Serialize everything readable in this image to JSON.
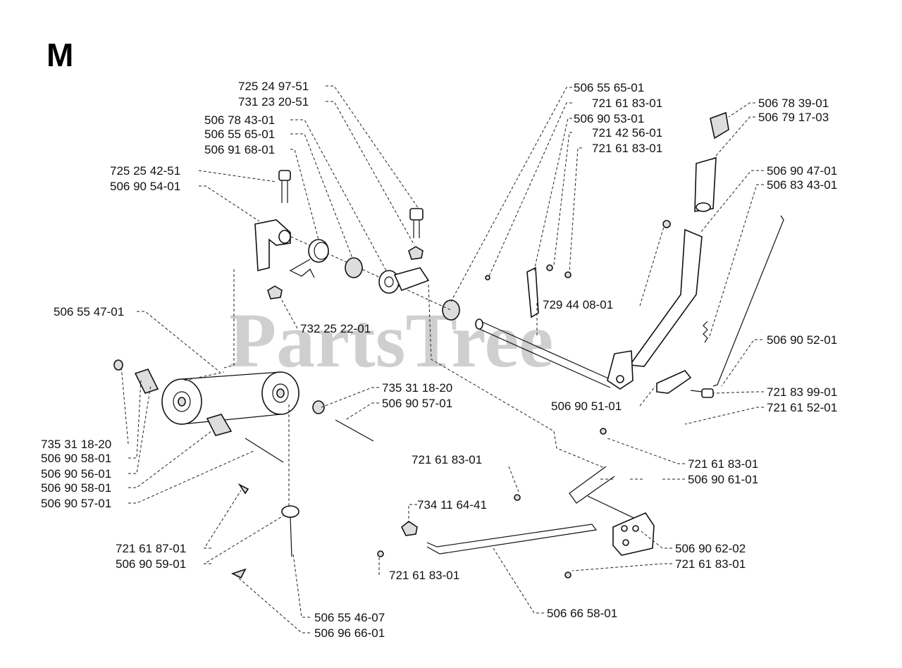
{
  "title": "M",
  "watermark": "PartsTree",
  "callouts": [
    {
      "label": "725 24 97-51"
    },
    {
      "label": "731 23 20-51"
    },
    {
      "label": "506 78 43-01"
    },
    {
      "label": "506 55 65-01"
    },
    {
      "label": "506 91 68-01"
    },
    {
      "label": "725 25 42-51"
    },
    {
      "label": "506 90 54-01"
    },
    {
      "label": "506 55 65-01"
    },
    {
      "label": "721 61 83-01"
    },
    {
      "label": "506 90 53-01"
    },
    {
      "label": "721 42 56-01"
    },
    {
      "label": "721 61 83-01"
    },
    {
      "label": "506 78 39-01"
    },
    {
      "label": "506 79 17-03"
    },
    {
      "label": "506 90 47-01"
    },
    {
      "label": "506 83 43-01"
    },
    {
      "label": "506 55 47-01"
    },
    {
      "label": "732 25 22-01"
    },
    {
      "label": "729 44 08-01"
    },
    {
      "label": "506 90 52-01"
    },
    {
      "label": "735 31 18-20"
    },
    {
      "label": "506 90 57-01"
    },
    {
      "label": "506 90 51-01"
    },
    {
      "label": "721 83 99-01"
    },
    {
      "label": "721 61 52-01"
    },
    {
      "label": "735 31 18-20"
    },
    {
      "label": "506 90 58-01"
    },
    {
      "label": "506 90 56-01"
    },
    {
      "label": "506 90 58-01"
    },
    {
      "label": "506 90 57-01"
    },
    {
      "label": "721 61 83-01"
    },
    {
      "label": "721 61 83-01"
    },
    {
      "label": "506 90 61-01"
    },
    {
      "label": "734 11 64-41"
    },
    {
      "label": "721 61 87-01"
    },
    {
      "label": "506 90 59-01"
    },
    {
      "label": "506 90 62-02"
    },
    {
      "label": "721 61 83-01"
    },
    {
      "label": "721 61 83-01"
    },
    {
      "label": "506 66 58-01"
    },
    {
      "label": "506 55 46-07"
    },
    {
      "label": "506 96 66-01"
    }
  ]
}
